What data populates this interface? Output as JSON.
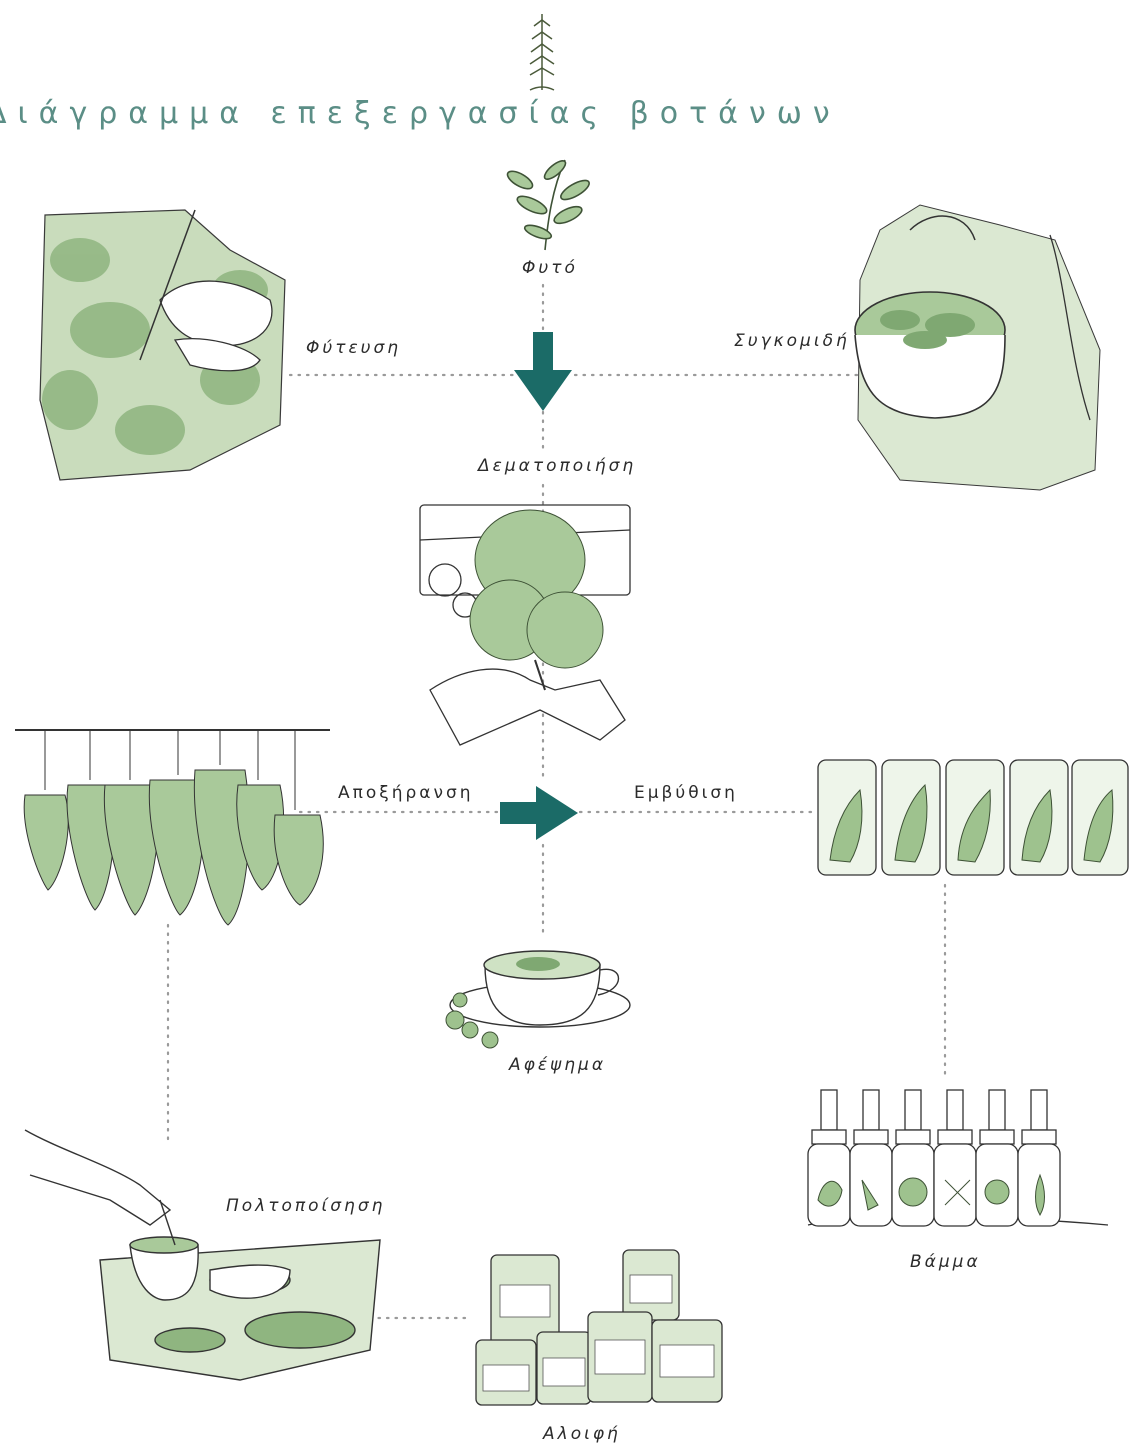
{
  "title": "Διάγραμμα επεξεργασίας βοτάνων",
  "colors": {
    "accent": "#1b6b67",
    "title": "#5b8e86",
    "leaf": "#a9c99a",
    "ink": "#3a3a3a",
    "dots": "#9a9a9a"
  },
  "nodes": {
    "plant": "Φυτό",
    "planting": "Φύτευση",
    "harvest": "Συγκομιδή",
    "bundling": "Δεματοποιήση",
    "drying": "Αποξήρανση",
    "infusion_soak": "Εμβύθιση",
    "infusion_tea": "Αφέψημα",
    "tincture": "Βάμμα",
    "pulping": "Πολτοποίσηση",
    "ointment": "Αλοιφή"
  },
  "icons": [
    "sprig-icon",
    "plant-icon",
    "planting-icon",
    "harvest-basket-icon",
    "bundling-icon",
    "drying-bundles-icon",
    "soaking-jars-icon",
    "tea-cup-icon",
    "dropper-bottles-icon",
    "mortar-icon",
    "ointment-jars-icon",
    "arrow-down-icon",
    "arrow-right-icon"
  ]
}
